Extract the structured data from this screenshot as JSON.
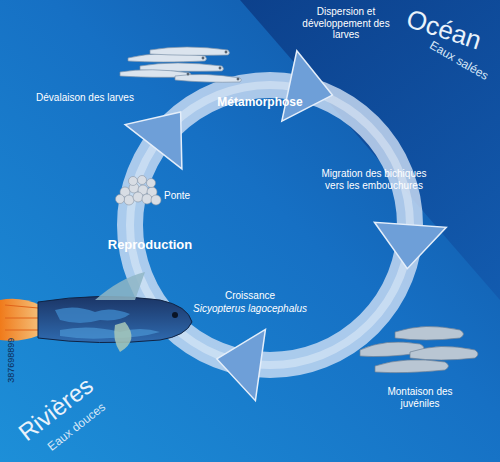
{
  "diagram": {
    "labels": [
      "Dispersion et développement des larves",
      "Océan",
      "Eaux salées",
      "Dévalaison des larves",
      "Métamorphose",
      "Migration des bichiques vers les embouchures",
      "Ponte",
      "Reproduction",
      "Croissance",
      "Sicyopterus lagocephalus",
      "Montaison des juvéniles",
      "Rivières",
      "Eaux douces",
      "387698899"
    ]
  }
}
